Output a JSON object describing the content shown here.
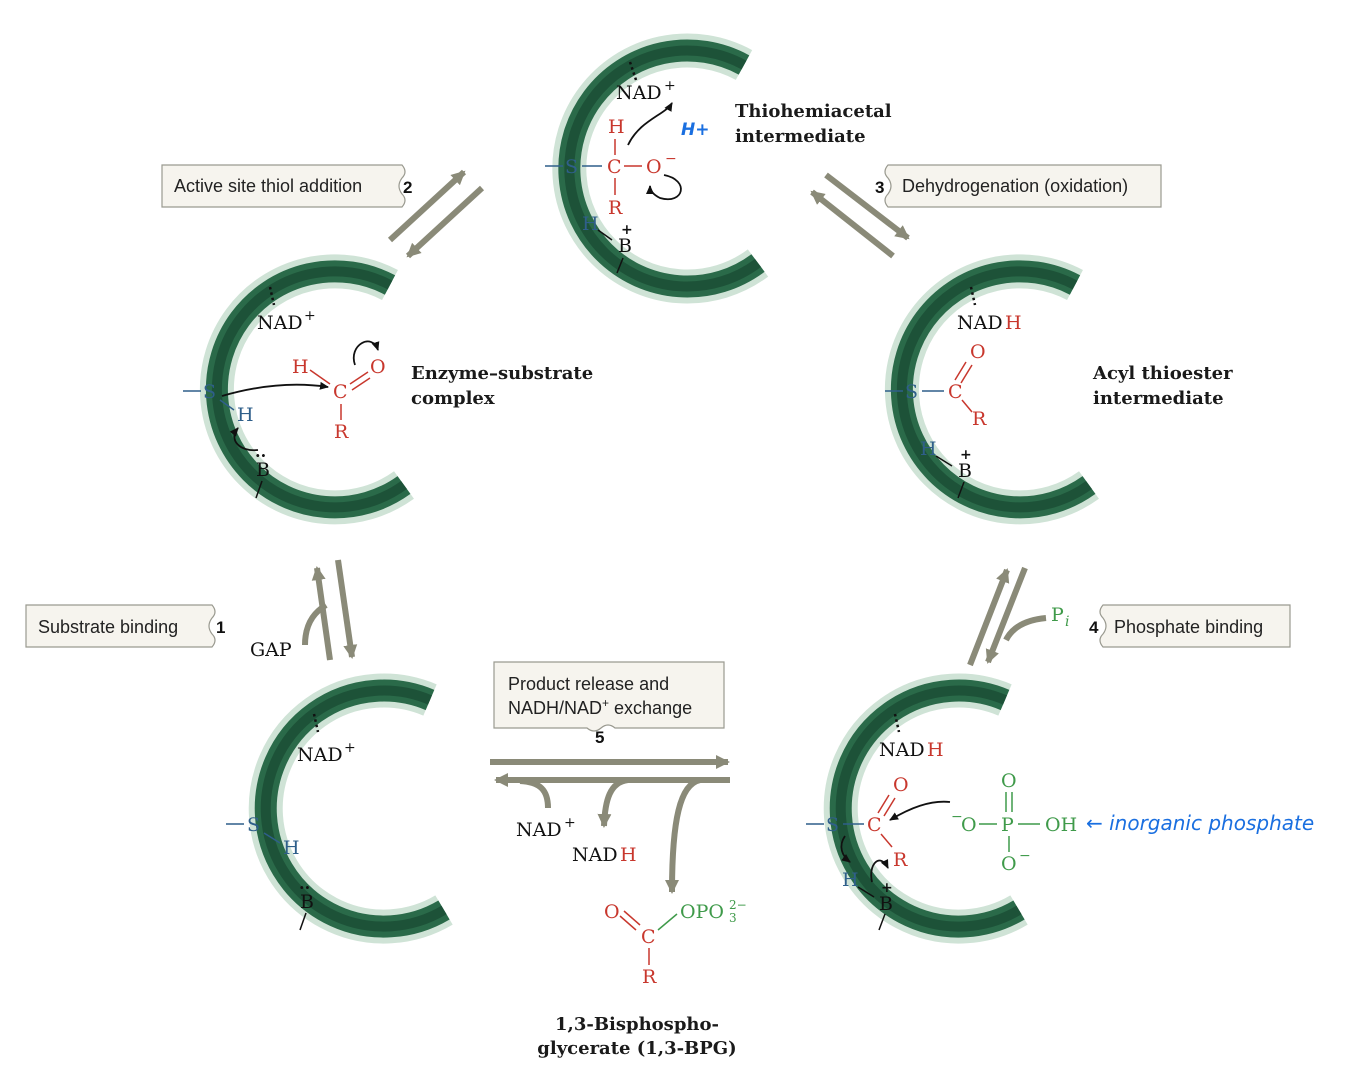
{
  "colors": {
    "enzyme_dark": "#1f5a3d",
    "enzyme_light": "#c9e2d2",
    "arrow_gray": "#8a8a78",
    "substrate_red": "#c8372d",
    "thiol_blue": "#2f5f8a",
    "phosphate_green": "#3f9a4a",
    "handwritten_blue": "#1a6fe0",
    "label_box_fill": "#f6f4ee",
    "label_box_stroke": "#9a9a90"
  },
  "states": {
    "thiohemiacetal": {
      "title_line1": "Thiohemiacetal",
      "title_line2": "intermediate",
      "nad": "NAD",
      "nad_charge": "+",
      "h_top": "H",
      "s": "S",
      "c": "C",
      "o_minus": "O",
      "o_charge": "−",
      "r": "R",
      "h_base": "H",
      "b": "B",
      "b_charge": "+",
      "annotation_hplus": "H+"
    },
    "enzyme_substrate": {
      "title_line1": "Enzyme–substrate",
      "title_line2": "complex",
      "nad": "NAD",
      "nad_charge": "+",
      "s": "S",
      "h_thiol": "H",
      "h_ald": "H",
      "c": "C",
      "o": "O",
      "r": "R",
      "b": "B",
      "b_lone": "··"
    },
    "acyl_thioester": {
      "title_line1": "Acyl thioester",
      "title_line2": "intermediate",
      "nadh_n": "NAD",
      "nadh_h": "H",
      "o": "O",
      "s": "S",
      "c": "C",
      "r": "R",
      "h_base": "H",
      "b": "B",
      "b_charge": "+"
    },
    "free_enzyme": {
      "nad": "NAD",
      "nad_charge": "+",
      "s": "S",
      "h": "H",
      "b": "B",
      "b_lone": "··"
    },
    "phosphate_bound": {
      "nadh_n": "NAD",
      "nadh_h": "H",
      "o_top": "O",
      "s": "S",
      "c": "C",
      "r": "R",
      "h_base": "H",
      "b": "B",
      "b_charge": "+",
      "po_o_top": "O",
      "po_o_left": "O",
      "po_o_left_charge": "−",
      "po_p": "P",
      "po_oh": "OH",
      "po_o_bottom": "O",
      "po_o_bottom_charge": "−",
      "annotation": "← inorganic phosphate"
    }
  },
  "steps": [
    {
      "number": "1",
      "label": "Substrate binding",
      "reagent": "GAP"
    },
    {
      "number": "2",
      "label": "Active site thiol addition"
    },
    {
      "number": "3",
      "label": "Dehydrogenation (oxidation)"
    },
    {
      "number": "4",
      "label": "Phosphate binding",
      "reagent_main": "P",
      "reagent_sub": "i"
    },
    {
      "number": "5",
      "label_line1": "Product release and",
      "label_line2_a": "NADH/NAD",
      "label_line2_sup": "+",
      "label_line2_b": " exchange",
      "nad_in": "NAD",
      "nad_in_charge": "+",
      "nadh_out_n": "NAD",
      "nadh_out_h": "H"
    }
  ],
  "product": {
    "o": "O",
    "c": "C",
    "opo": "OPO",
    "opo_sub": "3",
    "opo_sup": "2−",
    "r": "R",
    "name_line1": "1,3-Bisphospho-",
    "name_line2": "glycerate (1,3-BPG)"
  }
}
